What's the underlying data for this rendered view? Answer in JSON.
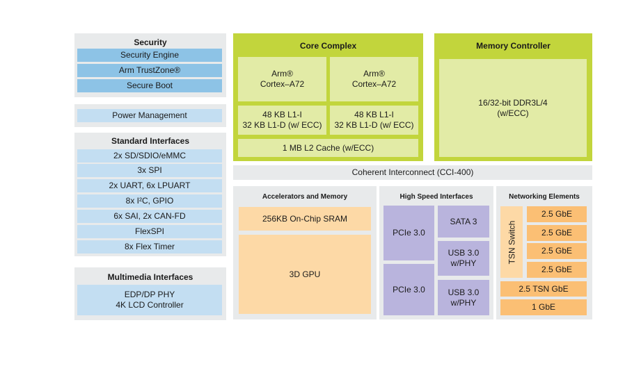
{
  "security": {
    "title": "Security",
    "items": [
      "Security Engine",
      "Arm TrustZone®",
      "Secure Boot"
    ]
  },
  "power": {
    "label": "Power Management"
  },
  "standard_interfaces": {
    "title": "Standard Interfaces",
    "items": [
      "2x SD/SDIO/eMMC",
      "3x SPI",
      "2x UART, 6x LPUART",
      "8x I²C, GPIO",
      "6x SAI, 2x CAN-FD",
      "FlexSPI",
      "8x Flex Timer"
    ]
  },
  "multimedia": {
    "title": "Multimedia Interfaces",
    "line1": "EDP/DP PHY",
    "line2": "4K LCD Controller"
  },
  "core_complex": {
    "title": "Core Complex",
    "cores": [
      {
        "l1": "Arm®",
        "l2": "Cortex–A72"
      },
      {
        "l1": "Arm®",
        "l2": "Cortex–A72"
      }
    ],
    "caches": [
      {
        "l1": "48 KB L1-I",
        "l2": "32 KB L1-D (w/ ECC)"
      },
      {
        "l1": "48 KB L1-I",
        "l2": "32 KB L1-D (w/ ECC)"
      }
    ],
    "l2_cache": "1 MB L2 Cache (w/ECC)"
  },
  "memory_controller": {
    "title": "Memory Controller",
    "line1": "16/32-bit DDR3L/4",
    "line2": "(w/ECC)"
  },
  "interconnect": {
    "label": "Coherent Interconnect (CCI-400)"
  },
  "accelerators": {
    "title": "Accelerators and Memory",
    "sram": "256KB On-Chip SRAM",
    "gpu": "3D GPU"
  },
  "high_speed": {
    "title": "High Speed Interfaces",
    "pcie": [
      "PCIe 3.0",
      "PCIe 3.0"
    ],
    "sata": "SATA 3",
    "usb": [
      {
        "l1": "USB 3.0",
        "l2": "w/PHY"
      },
      {
        "l1": "USB 3.0",
        "l2": "w/PHY"
      }
    ]
  },
  "networking": {
    "title": "Networking Elements",
    "tsn_switch": "TSN Switch",
    "gbe_ports": [
      "2.5 GbE",
      "2.5 GbE",
      "2.5 GbE",
      "2.5 GbE"
    ],
    "tsn_gbe": "2.5 TSN GbE",
    "gbe": "1 GbE"
  },
  "colors": {
    "lime": "#c2d53c",
    "lime_light": "#e2eba6",
    "blue_dark": "#8dc3e6",
    "blue_light": "#c3def2",
    "peach": "#fdd9a6",
    "orange": "#fbbf74",
    "lavender": "#b9b4dd",
    "panel_grey": "#e8eaeb"
  }
}
